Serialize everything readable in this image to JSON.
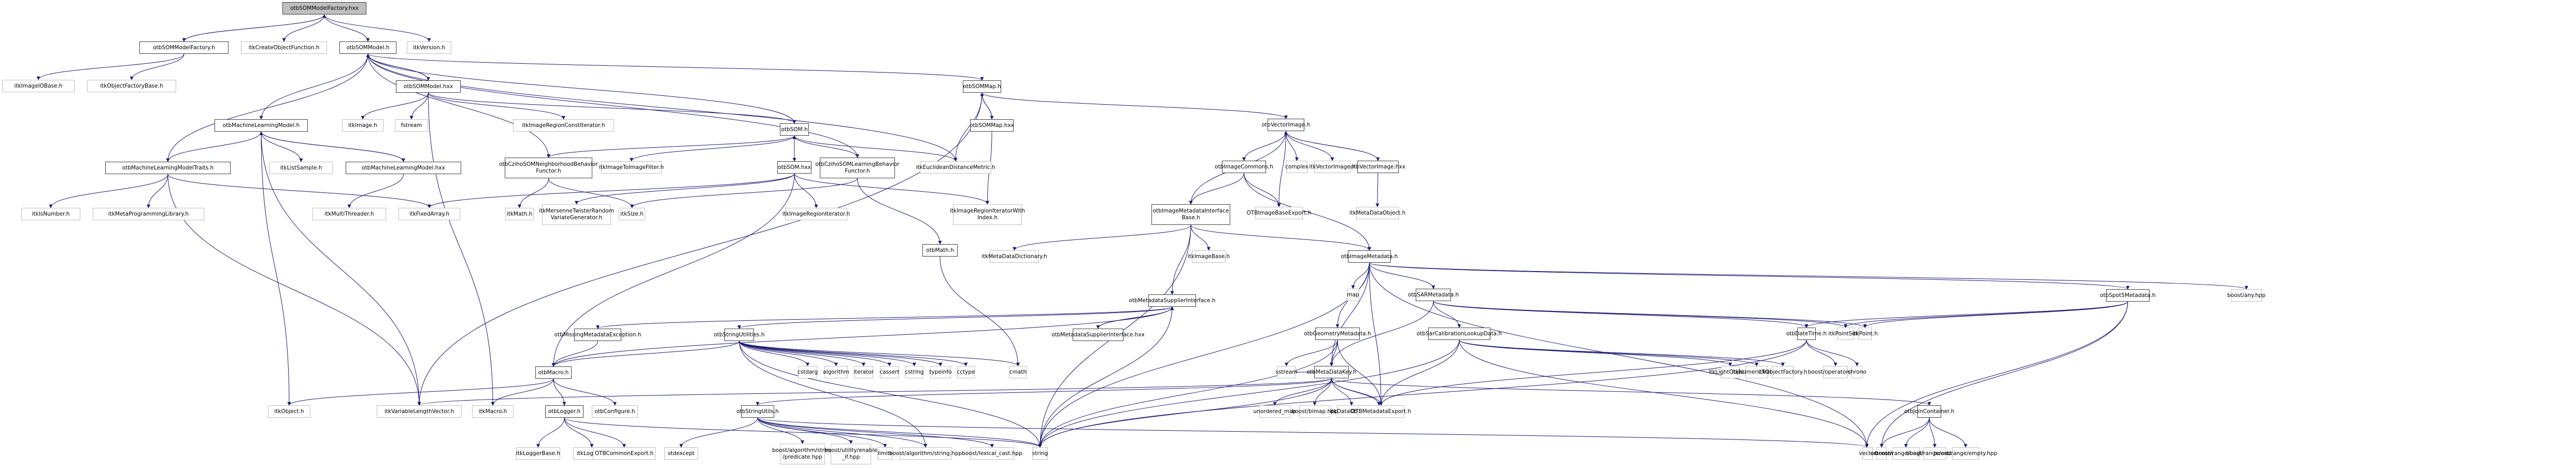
{
  "graph": {
    "title": "otbSOMModelFactory.hxx",
    "edge_color": "#191970",
    "nodes": [
      {
        "id": "root",
        "label": "otbSOMModelFactory.hxx",
        "kind": "root"
      },
      {
        "id": "somfactory_h",
        "label": "otbSOMModelFactory.h",
        "kind": "doc"
      },
      {
        "id": "createobj",
        "label": "itkCreateObjectFunction.h",
        "kind": "ext"
      },
      {
        "id": "sommodel_h",
        "label": "otbSOMModel.h",
        "kind": "doc"
      },
      {
        "id": "itkversion",
        "label": "itkVersion.h",
        "kind": "ext"
      },
      {
        "id": "imageiobase",
        "label": "itkImageIOBase.h",
        "kind": "ext"
      },
      {
        "id": "objfactorybase",
        "label": "itkObjectFactoryBase.h",
        "kind": "ext"
      },
      {
        "id": "sommodel_hxx",
        "label": "otbSOMModel.hxx",
        "kind": "doc"
      },
      {
        "id": "mlmodel_h",
        "label": "otbMachineLearningModel.h",
        "kind": "doc"
      },
      {
        "id": "itkimage",
        "label": "itkImage.h",
        "kind": "ext"
      },
      {
        "id": "fstream",
        "label": "fstream",
        "kind": "ext"
      },
      {
        "id": "regionconstiter",
        "label": "itkImageRegionConstIterator.h",
        "kind": "ext"
      },
      {
        "id": "sommap_h",
        "label": "otbSOMMap.h",
        "kind": "doc"
      },
      {
        "id": "sommap_hxx",
        "label": "otbSOMMap.hxx",
        "kind": "doc"
      },
      {
        "id": "mltraits",
        "label": "otbMachineLearningModelTraits.h",
        "kind": "doc"
      },
      {
        "id": "listsample",
        "label": "itkListSample.h",
        "kind": "ext"
      },
      {
        "id": "mlmodel_hxx",
        "label": "otbMachineLearningModel.hxx",
        "kind": "doc"
      },
      {
        "id": "neighborhood",
        "label": "otbCzihoSOMNeighborhoodBehavior\nFunctor.h",
        "kind": "doc"
      },
      {
        "id": "som_h",
        "label": "otbSOM.h",
        "kind": "doc"
      },
      {
        "id": "imgtoimg",
        "label": "itkImageToImageFilter.h",
        "kind": "ext"
      },
      {
        "id": "som_hxx",
        "label": "otbSOM.hxx",
        "kind": "doc"
      },
      {
        "id": "learning",
        "label": "otbCzihoSOMLearningBehavior\nFunctor.h",
        "kind": "doc"
      },
      {
        "id": "euclid",
        "label": "itkEuclideanDistanceMetric.h",
        "kind": "ext"
      },
      {
        "id": "vectorimage_h",
        "label": "otbVectorImage.h",
        "kind": "doc"
      },
      {
        "id": "isnumber",
        "label": "itkIsNumber.h",
        "kind": "ext"
      },
      {
        "id": "metaprog",
        "label": "itkMetaProgrammingLibrary.h",
        "kind": "ext"
      },
      {
        "id": "multithreader",
        "label": "itkMultiThreader.h",
        "kind": "ext"
      },
      {
        "id": "fixedarray",
        "label": "itkFixedArray.h",
        "kind": "ext"
      },
      {
        "id": "itkmath",
        "label": "itkMath.h",
        "kind": "ext"
      },
      {
        "id": "mersenne",
        "label": "itkMersenneTwisterRandom\nVariateGenerator.h",
        "kind": "ext"
      },
      {
        "id": "itksize",
        "label": "itkSize.h",
        "kind": "ext"
      },
      {
        "id": "regioniter",
        "label": "itkImageRegionIterator.h",
        "kind": "ext"
      },
      {
        "id": "regioniterindex",
        "label": "itkImageRegionIteratorWith\nIndex.h",
        "kind": "ext"
      },
      {
        "id": "imagecommons",
        "label": "otbImageCommons.h",
        "kind": "doc"
      },
      {
        "id": "complex",
        "label": "complex",
        "kind": "ext"
      },
      {
        "id": "itkvectorimage",
        "label": "itkVectorImage.h",
        "kind": "ext"
      },
      {
        "id": "vectorimage_hxx",
        "label": "otbVectorImage.hxx",
        "kind": "doc"
      },
      {
        "id": "imbaseexport",
        "label": "OTBImageBaseExport.h",
        "kind": "ext"
      },
      {
        "id": "metadataobject",
        "label": "itkMetaDataObject.h",
        "kind": "ext"
      },
      {
        "id": "imdinterface",
        "label": "otbImageMetadataInterface\nBase.h",
        "kind": "doc"
      },
      {
        "id": "otbmath",
        "label": "otbMath.h",
        "kind": "doc"
      },
      {
        "id": "metadict",
        "label": "itkMetaDataDictionary.h",
        "kind": "ext"
      },
      {
        "id": "imagebase",
        "label": "itkImageBase.h",
        "kind": "ext"
      },
      {
        "id": "imagemetadata",
        "label": "otbImageMetadata.h",
        "kind": "doc"
      },
      {
        "id": "boostany",
        "label": "boost/any.hpp",
        "kind": "ext"
      },
      {
        "id": "mdsupplier_h",
        "label": "otbMetadataSupplierInterface.h",
        "kind": "doc"
      },
      {
        "id": "map",
        "label": "map",
        "kind": "ext"
      },
      {
        "id": "sarmetadata",
        "label": "otbSARMetadata.h",
        "kind": "doc"
      },
      {
        "id": "spot5",
        "label": "otbSpot5Metadata.h",
        "kind": "doc"
      },
      {
        "id": "missingmd",
        "label": "otbMissingMetadataException.h",
        "kind": "doc"
      },
      {
        "id": "stringutilities",
        "label": "otbStringUtilities.h",
        "kind": "doc"
      },
      {
        "id": "mdsupplier_hxx",
        "label": "otbMetadataSupplierInterface.hxx",
        "kind": "doc"
      },
      {
        "id": "geommetadata",
        "label": "otbGeometryMetadata.h",
        "kind": "doc"
      },
      {
        "id": "sarcalib",
        "label": "otbSarCalibrationLookupData.h",
        "kind": "doc"
      },
      {
        "id": "datetime",
        "label": "otbDateTime.h",
        "kind": "doc"
      },
      {
        "id": "pointset",
        "label": "itkPointSet.h",
        "kind": "ext"
      },
      {
        "id": "itkpoint",
        "label": "itkPoint.h",
        "kind": "ext"
      },
      {
        "id": "otbmacro",
        "label": "otbMacro.h",
        "kind": "doc"
      },
      {
        "id": "cstdarg",
        "label": "cstdarg",
        "kind": "ext"
      },
      {
        "id": "algorithm",
        "label": "algorithm",
        "kind": "ext"
      },
      {
        "id": "iterator",
        "label": "iterator",
        "kind": "ext"
      },
      {
        "id": "cassert",
        "label": "cassert",
        "kind": "ext"
      },
      {
        "id": "cstring",
        "label": "cstring",
        "kind": "ext"
      },
      {
        "id": "typeinfo",
        "label": "typeinfo",
        "kind": "ext"
      },
      {
        "id": "cctype",
        "label": "cctype",
        "kind": "ext"
      },
      {
        "id": "cmath",
        "label": "cmath",
        "kind": "ext"
      },
      {
        "id": "sstream",
        "label": "sstream",
        "kind": "ext"
      },
      {
        "id": "metadatakey",
        "label": "otbMetaDataKey.h",
        "kind": "doc"
      },
      {
        "id": "lightobject",
        "label": "itkLightObject.h",
        "kind": "ext"
      },
      {
        "id": "numerictraits",
        "label": "itkNumericTraits.h",
        "kind": "ext"
      },
      {
        "id": "objectfactory",
        "label": "itkObjectFactory.h",
        "kind": "ext"
      },
      {
        "id": "boostoperators",
        "label": "boost/operators.hpp",
        "kind": "ext"
      },
      {
        "id": "chrono",
        "label": "chrono",
        "kind": "ext"
      },
      {
        "id": "itkobject",
        "label": "itkObject.h",
        "kind": "ext"
      },
      {
        "id": "varlenvector",
        "label": "itkVariableLengthVector.h",
        "kind": "ext"
      },
      {
        "id": "itkmacro",
        "label": "itkMacro.h",
        "kind": "ext"
      },
      {
        "id": "otblogger",
        "label": "otbLogger.h",
        "kind": "doc"
      },
      {
        "id": "otbconfigure",
        "label": "otbConfigure.h",
        "kind": "ext"
      },
      {
        "id": "stringutils",
        "label": "otbStringUtils.h",
        "kind": "doc"
      },
      {
        "id": "unorderedmap",
        "label": "unordered_map",
        "kind": "ext"
      },
      {
        "id": "boostbimap",
        "label": "boost/bimap.hpp",
        "kind": "ext"
      },
      {
        "id": "dataobject",
        "label": "itkDataObject.h",
        "kind": "ext"
      },
      {
        "id": "cstdio",
        "label": "cstdio",
        "kind": "ext"
      },
      {
        "id": "mdexport",
        "label": "OTBMetadataExport.h",
        "kind": "ext"
      },
      {
        "id": "joincontainer",
        "label": "otbJoinContainer.h",
        "kind": "doc"
      },
      {
        "id": "loggerbase",
        "label": "itkLoggerBase.h",
        "kind": "ext"
      },
      {
        "id": "itklogger",
        "label": "itkLogger.h",
        "kind": "ext"
      },
      {
        "id": "commonexport",
        "label": "OTBCommonExport.h",
        "kind": "ext"
      },
      {
        "id": "stdexcept",
        "label": "stdexcept",
        "kind": "ext"
      },
      {
        "id": "predicate",
        "label": "boost/algorithm/string\n/predicate.hpp",
        "kind": "ext"
      },
      {
        "id": "enableif",
        "label": "boost/utility/enable\n_if.hpp",
        "kind": "ext"
      },
      {
        "id": "limits",
        "label": "limits",
        "kind": "ext"
      },
      {
        "id": "boostalgstring",
        "label": "boost/algorithm/string.hpp",
        "kind": "ext"
      },
      {
        "id": "lexicalcast",
        "label": "boost/lexical_cast.hpp",
        "kind": "ext"
      },
      {
        "id": "string",
        "label": "string",
        "kind": "ext"
      },
      {
        "id": "vector",
        "label": "vector",
        "kind": "ext"
      },
      {
        "id": "ostream",
        "label": "ostream",
        "kind": "ext"
      },
      {
        "id": "rangebegin",
        "label": "boost/range/begin.hpp",
        "kind": "ext"
      },
      {
        "id": "rangeend",
        "label": "boost/range/end.hpp",
        "kind": "ext"
      },
      {
        "id": "rangeempty",
        "label": "boost/range/empty.hpp",
        "kind": "ext"
      }
    ],
    "edges": [
      [
        "root",
        "somfactory_h"
      ],
      [
        "somfactory_h",
        "root"
      ],
      [
        "root",
        "createobj"
      ],
      [
        "root",
        "sommodel_h"
      ],
      [
        "root",
        "itkversion"
      ],
      [
        "somfactory_h",
        "imageiobase"
      ],
      [
        "somfactory_h",
        "objfactorybase"
      ],
      [
        "sommodel_h",
        "sommodel_hxx"
      ],
      [
        "sommodel_hxx",
        "sommodel_h"
      ],
      [
        "sommodel_h",
        "mlmodel_h"
      ],
      [
        "sommodel_h",
        "mltraits"
      ],
      [
        "sommodel_h",
        "sommap_h"
      ],
      [
        "sommodel_h",
        "som_h"
      ],
      [
        "sommodel_h",
        "neighborhood"
      ],
      [
        "sommodel_h",
        "learning"
      ],
      [
        "sommodel_h",
        "euclid"
      ],
      [
        "sommodel_hxx",
        "itkimage"
      ],
      [
        "sommodel_hxx",
        "fstream"
      ],
      [
        "sommodel_hxx",
        "regionconstiter"
      ],
      [
        "sommodel_hxx",
        "itkmacro"
      ],
      [
        "sommodel_hxx",
        "som_h"
      ],
      [
        "mlmodel_h",
        "mltraits"
      ],
      [
        "mlmodel_h",
        "listsample"
      ],
      [
        "mlmodel_h",
        "mlmodel_hxx"
      ],
      [
        "mlmodel_hxx",
        "mlmodel_h"
      ],
      [
        "mlmodel_h",
        "itkobject"
      ],
      [
        "mlmodel_h",
        "varlenvector"
      ],
      [
        "mlmodel_hxx",
        "multithreader"
      ],
      [
        "mltraits",
        "isnumber"
      ],
      [
        "mltraits",
        "metaprog"
      ],
      [
        "mltraits",
        "fixedarray"
      ],
      [
        "mltraits",
        "varlenvector"
      ],
      [
        "sommap_h",
        "sommap_hxx"
      ],
      [
        "sommap_hxx",
        "sommap_h"
      ],
      [
        "sommap_h",
        "euclid"
      ],
      [
        "sommap_h",
        "vectorimage_h"
      ],
      [
        "sommap_h",
        "varlenvector"
      ],
      [
        "sommap_hxx",
        "regioniterindex"
      ],
      [
        "som_h",
        "som_hxx"
      ],
      [
        "som_hxx",
        "som_h"
      ],
      [
        "som_h",
        "neighborhood"
      ],
      [
        "som_h",
        "imgtoimg"
      ],
      [
        "som_h",
        "learning"
      ],
      [
        "som_h",
        "euclid"
      ],
      [
        "som_hxx",
        "fixedarray"
      ],
      [
        "som_hxx",
        "mersenne"
      ],
      [
        "som_hxx",
        "regioniter"
      ],
      [
        "som_hxx",
        "regioniterindex"
      ],
      [
        "som_hxx",
        "otbmacro"
      ],
      [
        "neighborhood",
        "itkmath"
      ],
      [
        "neighborhood",
        "itksize"
      ],
      [
        "learning",
        "itksize"
      ],
      [
        "learning",
        "otbmath"
      ],
      [
        "vectorimage_h",
        "imagecommons"
      ],
      [
        "vectorimage_h",
        "complex"
      ],
      [
        "vectorimage_h",
        "itkvectorimage"
      ],
      [
        "vectorimage_h",
        "vectorimage_hxx"
      ],
      [
        "vectorimage_hxx",
        "vectorimage_h"
      ],
      [
        "vectorimage_h",
        "imbaseexport"
      ],
      [
        "vectorimage_h",
        "imdinterface"
      ],
      [
        "vectorimage_hxx",
        "metadataobject"
      ],
      [
        "imagecommons",
        "imdinterface"
      ],
      [
        "imagecommons",
        "imbaseexport"
      ],
      [
        "imagecommons",
        "imagemetadata"
      ],
      [
        "imdinterface",
        "metadict"
      ],
      [
        "imdinterface",
        "imagebase"
      ],
      [
        "imdinterface",
        "imagemetadata"
      ],
      [
        "imdinterface",
        "mdsupplier_h"
      ],
      [
        "imdinterface",
        "string"
      ],
      [
        "otbmath",
        "cmath"
      ],
      [
        "imagemetadata",
        "boostany"
      ],
      [
        "imagemetadata",
        "map"
      ],
      [
        "imagemetadata",
        "geommetadata"
      ],
      [
        "imagemetadata",
        "sarmetadata"
      ],
      [
        "imagemetadata",
        "spot5"
      ],
      [
        "imagemetadata",
        "metadatakey"
      ],
      [
        "imagemetadata",
        "string"
      ],
      [
        "imagemetadata",
        "vector"
      ],
      [
        "imagemetadata",
        "mdexport"
      ],
      [
        "mdsupplier_h",
        "stringutilities"
      ],
      [
        "mdsupplier_h",
        "mdsupplier_hxx"
      ],
      [
        "mdsupplier_hxx",
        "mdsupplier_h"
      ],
      [
        "mdsupplier_h",
        "missingmd"
      ],
      [
        "mdsupplier_h",
        "otbmacro"
      ],
      [
        "mdsupplier_h",
        "string"
      ],
      [
        "sarmetadata",
        "sarcalib"
      ],
      [
        "sarmetadata",
        "datetime"
      ],
      [
        "sarmetadata",
        "metadatakey"
      ],
      [
        "sarmetadata",
        "pointset"
      ],
      [
        "sarmetadata",
        "itkpoint"
      ],
      [
        "spot5",
        "datetime"
      ],
      [
        "spot5",
        "pointset"
      ],
      [
        "spot5",
        "itkpoint"
      ],
      [
        "spot5",
        "vector"
      ],
      [
        "spot5",
        "ostream"
      ],
      [
        "missingmd",
        "otbmacro"
      ],
      [
        "stringutilities",
        "cstdarg"
      ],
      [
        "stringutilities",
        "algorithm"
      ],
      [
        "stringutilities",
        "iterator"
      ],
      [
        "stringutilities",
        "cassert"
      ],
      [
        "stringutilities",
        "cstring"
      ],
      [
        "stringutilities",
        "typeinfo"
      ],
      [
        "stringutilities",
        "cctype"
      ],
      [
        "stringutilities",
        "cmath"
      ],
      [
        "stringutilities",
        "otbmacro"
      ],
      [
        "stringutilities",
        "string"
      ],
      [
        "stringutilities",
        "boostalgstring"
      ],
      [
        "geommetadata",
        "sstream"
      ],
      [
        "geommetadata",
        "metadatakey"
      ],
      [
        "geommetadata",
        "string"
      ],
      [
        "geommetadata",
        "mdexport"
      ],
      [
        "sarcalib",
        "lightobject"
      ],
      [
        "sarcalib",
        "numerictraits"
      ],
      [
        "sarcalib",
        "objectfactory"
      ],
      [
        "sarcalib",
        "mdexport"
      ],
      [
        "sarcalib",
        "string"
      ],
      [
        "sarcalib",
        "vector"
      ],
      [
        "datetime",
        "boostoperators"
      ],
      [
        "datetime",
        "chrono"
      ],
      [
        "datetime",
        "mdexport"
      ],
      [
        "datetime",
        "string"
      ],
      [
        "otbmacro",
        "itkmacro"
      ],
      [
        "otbmacro",
        "otblogger"
      ],
      [
        "otbmacro",
        "otbconfigure"
      ],
      [
        "otbmacro",
        "itkobject"
      ],
      [
        "metadatakey",
        "unorderedmap"
      ],
      [
        "metadatakey",
        "boostbimap"
      ],
      [
        "metadatakey",
        "dataobject"
      ],
      [
        "metadatakey",
        "cstdio"
      ],
      [
        "metadatakey",
        "mdexport"
      ],
      [
        "metadatakey",
        "joincontainer"
      ],
      [
        "metadatakey",
        "stringutils"
      ],
      [
        "metadatakey",
        "varlenvector"
      ],
      [
        "metadatakey",
        "string"
      ],
      [
        "metadatakey",
        "sstream"
      ],
      [
        "otblogger",
        "loggerbase"
      ],
      [
        "otblogger",
        "itklogger"
      ],
      [
        "otblogger",
        "commonexport"
      ],
      [
        "otblogger",
        "string"
      ],
      [
        "stringutils",
        "stdexcept"
      ],
      [
        "stringutils",
        "predicate"
      ],
      [
        "stringutils",
        "enableif"
      ],
      [
        "stringutils",
        "limits"
      ],
      [
        "stringutils",
        "boostalgstring"
      ],
      [
        "stringutils",
        "lexicalcast"
      ],
      [
        "stringutils",
        "string"
      ],
      [
        "stringutils",
        "vector"
      ],
      [
        "joincontainer",
        "ostream"
      ],
      [
        "joincontainer",
        "rangebegin"
      ],
      [
        "joincontainer",
        "rangeend"
      ],
      [
        "joincontainer",
        "rangeempty"
      ]
    ]
  }
}
